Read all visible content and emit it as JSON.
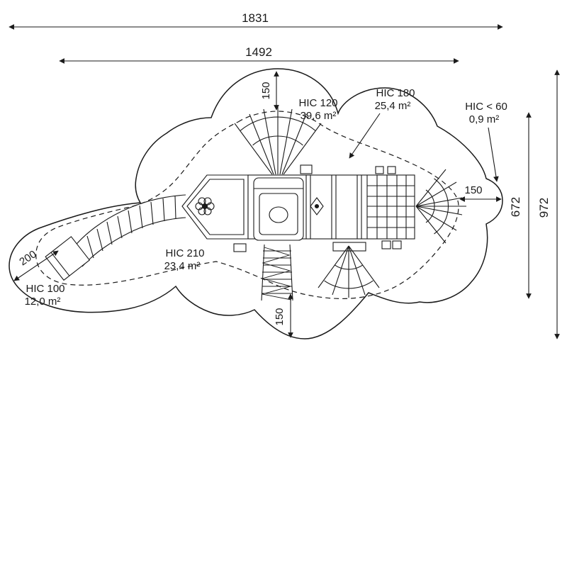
{
  "drawing": {
    "dims": {
      "overall_width": "1831",
      "inner_width": "1492",
      "overall_height": "972",
      "inner_height": "672",
      "clearance_top": "150",
      "clearance_right": "150",
      "clearance_bottom": "150",
      "slide_exit_length": "200"
    },
    "zones": {
      "hic120": {
        "label": "HIC 120",
        "area": "39,6 m²"
      },
      "hic180": {
        "label": "HIC 180",
        "area": "25,4 m²"
      },
      "hic60": {
        "label": "HIC < 60",
        "area": "0,9 m²"
      },
      "hic210": {
        "label": "HIC 210",
        "area": "23,4 m²"
      },
      "hic100": {
        "label": "HIC 100",
        "area": "12,0 m²"
      }
    },
    "colors": {
      "ink": "#1a1a1a",
      "paper": "#ffffff"
    }
  }
}
